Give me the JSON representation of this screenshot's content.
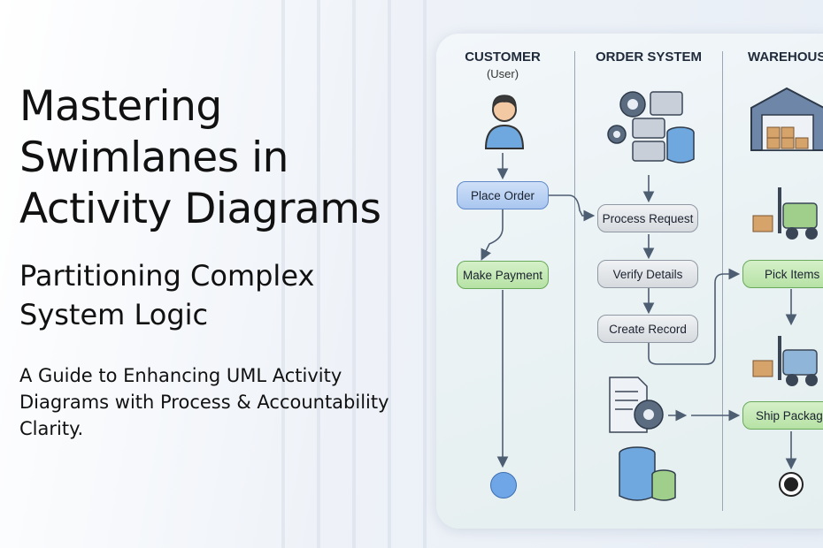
{
  "hero": {
    "title": "Mastering Swimlanes in Activity Diagrams",
    "subtitle": "Partitioning Complex System Logic",
    "description": "A Guide to Enhancing UML Activity Diagrams with Process & Accountability Clarity."
  },
  "diagram": {
    "lanes": [
      {
        "name": "CUSTOMER",
        "sub": "(User)"
      },
      {
        "name": "ORDER SYSTEM",
        "sub": ""
      },
      {
        "name": "WAREHOUSE",
        "sub": ""
      }
    ],
    "actions": {
      "place_order": "Place Order",
      "make_payment": "Make Payment",
      "process_request": "Process Request",
      "verify_details": "Verify Details",
      "create_record": "Create Record",
      "pick_items": "Pick Items",
      "ship_package": "Ship Package"
    },
    "icons": [
      "user-icon",
      "gears-icon",
      "server-icon",
      "database-icon",
      "warehouse-icon",
      "forklift-icon",
      "document-gear-icon"
    ]
  },
  "colors": {
    "blue_action": "#a9c6ef",
    "green_action": "#b6e2a5",
    "gray_action": "#d6dade",
    "node_start": "#6ea6e8"
  }
}
